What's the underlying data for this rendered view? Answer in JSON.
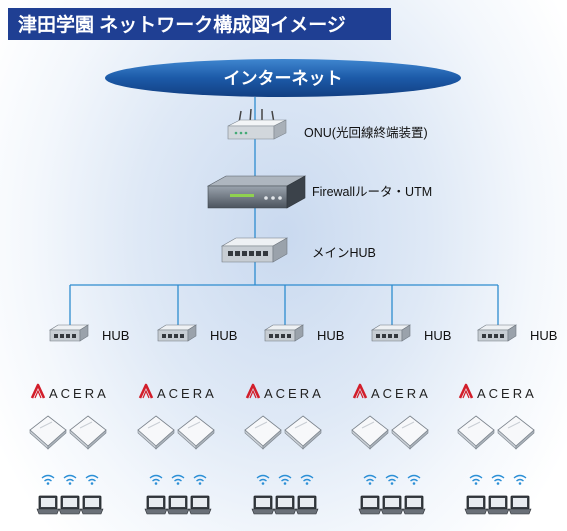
{
  "title": "津田学園 ネットワーク構成図イメージ",
  "internet_label": "インターネット",
  "devices": [
    {
      "name": "onu",
      "label": "ONU(光回線終端装置)"
    },
    {
      "name": "firewall",
      "label": "Firewallルータ・UTM"
    },
    {
      "name": "main-hub",
      "label": "メインHUB"
    }
  ],
  "branches": [
    {
      "hub_label": "HUB",
      "brand": "ACERA"
    },
    {
      "hub_label": "HUB",
      "brand": "ACERA"
    },
    {
      "hub_label": "HUB",
      "brand": "ACERA"
    },
    {
      "hub_label": "HUB",
      "brand": "ACERA"
    },
    {
      "hub_label": "HUB",
      "brand": "ACERA"
    }
  ],
  "colors": {
    "title_bg": "#1f3f93",
    "internet_oval": "#1c5aa8",
    "connector_line": "#2e8ccf",
    "acera_logo": "#d21e2b"
  },
  "icons": {
    "access_point": "access-point-icon",
    "laptop": "laptop-icon",
    "wifi": "wifi-icon"
  }
}
